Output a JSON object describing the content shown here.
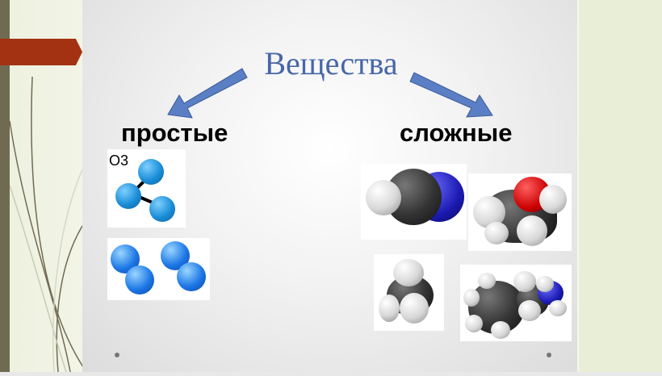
{
  "title": "Вещества",
  "left_label": "простые",
  "right_label": "сложные",
  "ozone_label": "О3",
  "colors": {
    "title": "#4767a8",
    "arrow": "#5b7fc4",
    "tab": "#a23212",
    "stripe": "#716a53"
  }
}
